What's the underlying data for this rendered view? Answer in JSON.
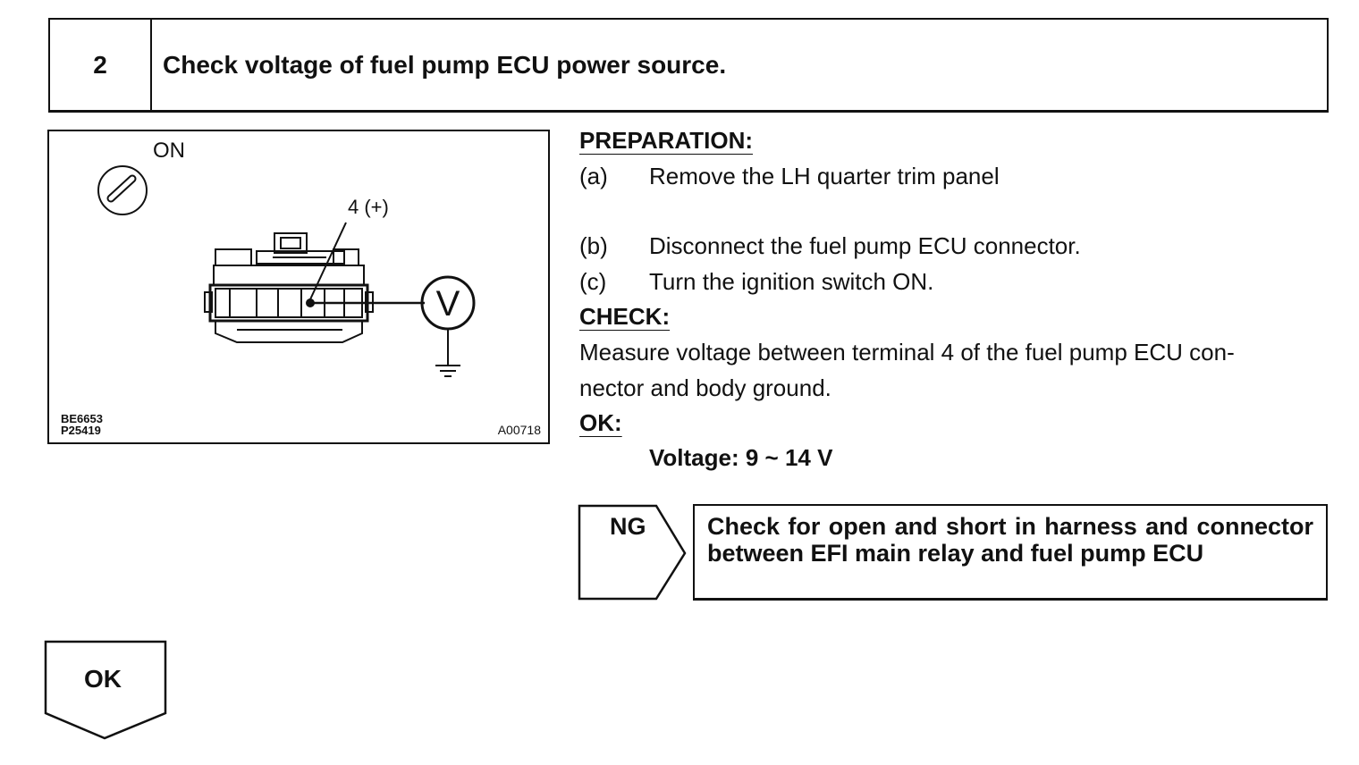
{
  "step": {
    "number": "2",
    "title": "Check voltage of fuel pump ECU power source."
  },
  "figure": {
    "switch_label": "ON",
    "terminal_label": "4 (+)",
    "meter_symbol": "V",
    "ref_code_1": "BE6653",
    "ref_code_2": "P25419",
    "ref_code_3": "A00718",
    "icons": [
      "ignition-key-icon",
      "connector-icon",
      "voltmeter-icon",
      "ground-icon"
    ]
  },
  "preparation": {
    "heading": "PREPARATION:",
    "items": [
      {
        "marker": "(a)",
        "text": "Remove the LH quarter trim panel"
      },
      {
        "marker": "(b)",
        "text": "Disconnect the fuel pump ECU connector."
      },
      {
        "marker": "(c)",
        "text": "Turn the ignition switch ON."
      }
    ]
  },
  "check": {
    "heading": "CHECK:",
    "line1": "Measure voltage between terminal 4 of the fuel pump ECU con-",
    "line2": "nector and body ground."
  },
  "ok_spec": {
    "heading": "OK:",
    "value": "Voltage: 9 ~ 14 V"
  },
  "ng_result": {
    "label": "NG",
    "action": "Check for open and short in harness and connector between EFI main relay and fuel pump ECU"
  },
  "ok_result": {
    "label": "OK"
  }
}
